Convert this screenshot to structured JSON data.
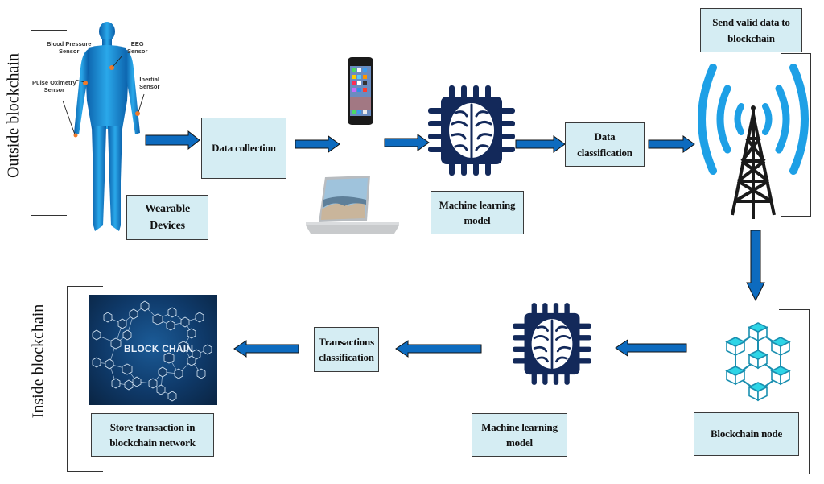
{
  "sections": {
    "outside": "Outside blockchain",
    "inside": "Inside blockchain"
  },
  "sensors": {
    "blood_pressure": "Blood Pressure\nSensor",
    "eeg": "EEG\nSensor",
    "pulse_oximetry": "Pulse Oximetry\nSensor",
    "inertial": "Inertial\nSensor"
  },
  "nodes": {
    "wearable": "Wearable\nDevices",
    "data_collection": "Data collection",
    "ml_model_top": "Machine learning\nmodel",
    "data_classification": "Data\nclassification",
    "send_valid": "Send valid data to\nblockchain",
    "blockchain_node": "Blockchain node",
    "ml_model_bottom": "Machine learning\nmodel",
    "transactions_classification": "Transactions\nclassification",
    "store_transaction": "Store transaction in\nblockchain network"
  },
  "images": {
    "blockchain_banner_text": "BLOCK CHAIN"
  },
  "colors": {
    "arrow_fill": "#0d6bbf",
    "box_fill": "#d5edf3",
    "chip_navy": "#13295a",
    "signal_blue": "#1ea0e6",
    "cube_cyan": "#2ed5e6",
    "body_blue": "#1a8fd8"
  }
}
